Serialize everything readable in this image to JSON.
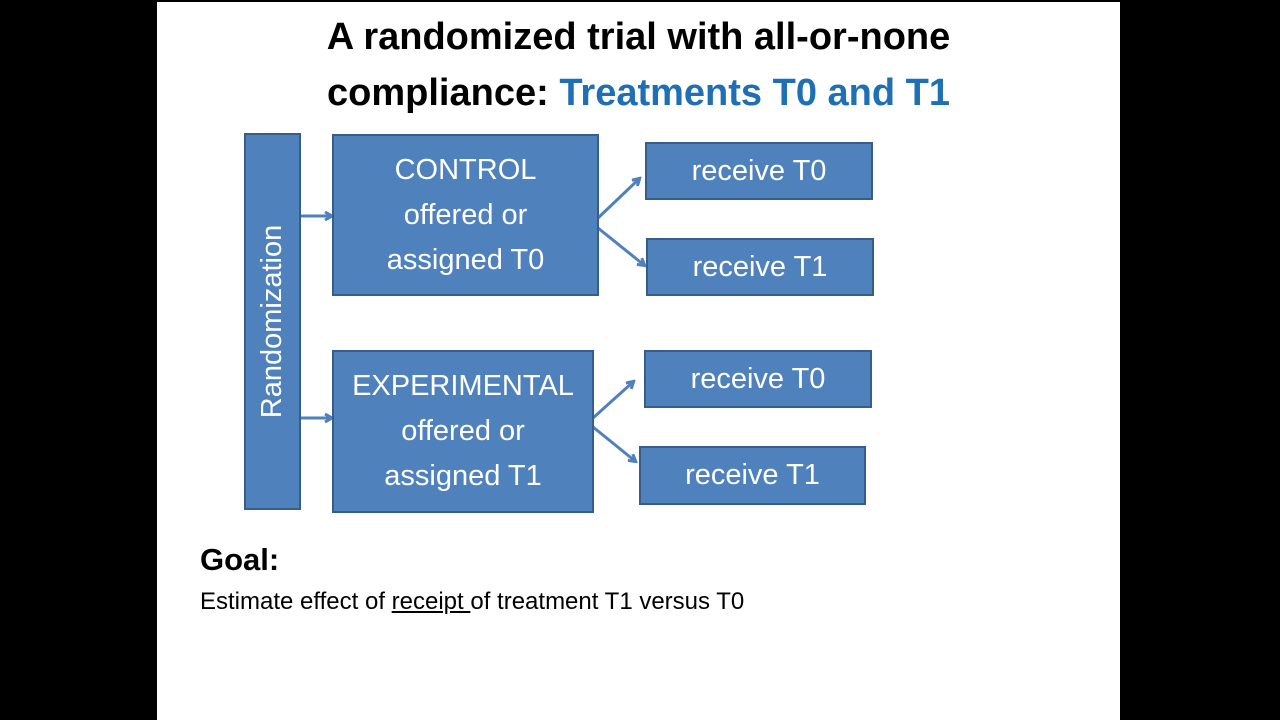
{
  "title": {
    "line1": "A randomized trial with  all-or-none",
    "line2_plain": "compliance: ",
    "line2_accent": "Treatments T0 and T1"
  },
  "diagram": {
    "randomization": "Randomization",
    "control": {
      "line1": "CONTROL",
      "line2": "offered or",
      "line3": "assigned T0"
    },
    "experimental": {
      "line1": "EXPERIMENTAL",
      "line2": "offered or",
      "line3": "assigned T1"
    },
    "control_outcomes": [
      "receive T0",
      "receive T1"
    ],
    "experimental_outcomes": [
      "receive T0",
      "receive T1"
    ]
  },
  "goal": {
    "heading": "Goal:",
    "text_before": "Estimate effect of ",
    "text_underlined": "receipt ",
    "text_after": "of  treatment T1 versus T0"
  },
  "colors": {
    "box_fill": "#4f81bd",
    "box_border": "#385d8a",
    "accent": "#1f6fb5"
  }
}
